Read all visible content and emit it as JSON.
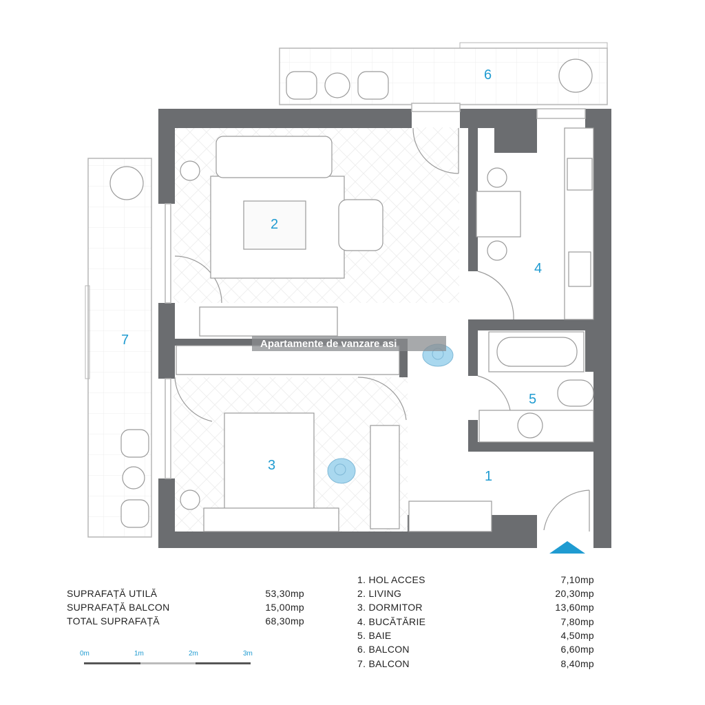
{
  "plan": {
    "rooms": [
      {
        "number": "1"
      },
      {
        "number": "2"
      },
      {
        "number": "3"
      },
      {
        "number": "4"
      },
      {
        "number": "5"
      },
      {
        "number": "6"
      },
      {
        "number": "7"
      }
    ],
    "watermark": "Apartamente de vanzare asi",
    "entrance_marker": "entrance-arrow"
  },
  "summary": [
    {
      "label": "SUPRAFAȚĂ UTILĂ",
      "value": "53,30mp"
    },
    {
      "label": "SUPRAFAȚĂ BALCON",
      "value": "15,00mp"
    },
    {
      "label": "TOTAL SUPRAFAȚĂ",
      "value": "68,30mp"
    }
  ],
  "room_list": [
    {
      "label": "1. HOL ACCES",
      "value": "7,10mp"
    },
    {
      "label": "2. LIVING",
      "value": "20,30mp"
    },
    {
      "label": "3. DORMITOR",
      "value": "13,60mp"
    },
    {
      "label": "4. BUCĂTĂRIE",
      "value": "7,80mp"
    },
    {
      "label": "5. BAIE",
      "value": "4,50mp"
    },
    {
      "label": "6. BALCON",
      "value": "6,60mp"
    },
    {
      "label": "7. BALCON",
      "value": "8,40mp"
    }
  ],
  "scale": {
    "labels": [
      "0m",
      "1m",
      "2m",
      "3m"
    ]
  },
  "colors": {
    "wall": "#6b6d70",
    "accent": "#1f9bd1",
    "line": "#9a9a9a"
  }
}
